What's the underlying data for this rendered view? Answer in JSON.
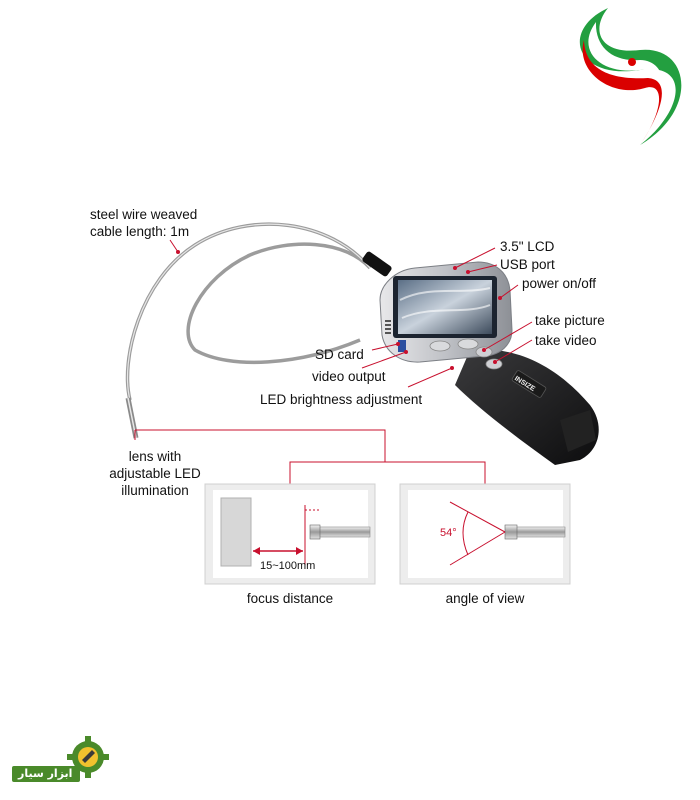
{
  "labels": {
    "cable": [
      "steel wire weaved",
      "cable length: 1m"
    ],
    "lcd": "3.5\" LCD",
    "usb": "USB port",
    "power": "power on/off",
    "take_picture": "take picture",
    "take_video": "take video",
    "sd_card": "SD card",
    "video_output": "video output",
    "led_brightness": "LED brightness adjustment",
    "lens": [
      "lens with",
      "adjustable LED",
      "illumination"
    ],
    "brand": "INSIZE"
  },
  "insets": {
    "focus": {
      "caption": "focus distance",
      "range": "15~100mm"
    },
    "angle": {
      "caption": "angle of view",
      "angle": "54°"
    }
  },
  "logo": {
    "text": "ابزار سیار"
  },
  "colors": {
    "callout": "#c8102e",
    "flag_green": "#239f40",
    "flag_red": "#da0000",
    "logo_green": "#4a8a2a",
    "logo_yellow": "#f2c12e"
  }
}
